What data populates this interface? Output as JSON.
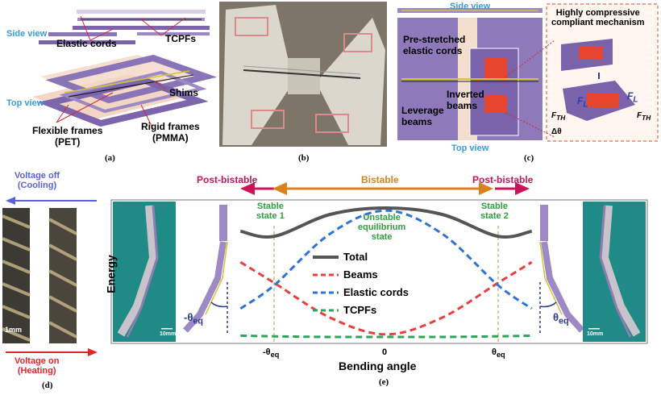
{
  "panel_a": {
    "side_view": "Side view",
    "top_view": "Top view",
    "elastic_cords": "Elastic cords",
    "tcpfs": "TCPFs",
    "shims": "Shims",
    "flexible_frames": "Flexible frames",
    "flexible_frames_sub": "(PET)",
    "rigid_frames": "Rigid frames",
    "rigid_frames_sub": "(PMMA)",
    "caption": "(a)"
  },
  "panel_b": {
    "caption": "(b)"
  },
  "panel_c": {
    "side_view": "Side view",
    "top_view": "Top view",
    "prestretched": "Pre-stretched",
    "prestretched2": "elastic cords",
    "inverted": "Inverted",
    "inverted2": "beams",
    "leverage": "Leverage",
    "leverage2": "beams",
    "mechanism": "Highly compressive",
    "mechanism2": "compliant mechanism",
    "fl": "F",
    "fl_sub": "L",
    "fth": "F",
    "fth_sub": "TH",
    "dtheta": "Δθ",
    "caption": "(c)"
  },
  "panel_d": {
    "voltage_off": "Voltage off",
    "cooling": "(Cooling)",
    "voltage_on": "Voltage on",
    "heating": "(Heating)",
    "scale": "1mm",
    "caption": "(d)"
  },
  "panel_e": {
    "post_bistable_left": "Post-bistable",
    "bistable": "Bistable",
    "post_bistable_right": "Post-bistable",
    "stable1": "Stable",
    "stable1b": "state 1",
    "stable2": "Stable",
    "stable2b": "state 2",
    "unstable1": "Unstable",
    "unstable2": "equilibrium",
    "unstable3": "state",
    "ylabel": "Energy",
    "xlabel": "Bending angle",
    "tick_neg": "-θ",
    "tick_zero": "0",
    "tick_pos": "θ",
    "tick_sub": "eq",
    "theta_left": "-θ",
    "theta_right": "θ",
    "theta_sub": "eq",
    "scale_left": "10mm",
    "scale_right": "10mm",
    "caption": "(e)",
    "colors": {
      "total": "#555555",
      "beams": "#e8403f",
      "cords": "#2f73d6",
      "tcpf": "#2fa35a",
      "post": "#c8155a",
      "bistable": "#d7821d",
      "green_text": "#2e9d3e"
    }
  },
  "chart_data": {
    "type": "line",
    "xlabel": "Bending angle",
    "ylabel": "Energy",
    "x_ticks": [
      "-θeq",
      "0",
      "θeq"
    ],
    "series": [
      {
        "name": "Total",
        "color": "#555555",
        "style": "solid",
        "x": [
          -1.3,
          -1.0,
          -0.5,
          0,
          0.5,
          1.0,
          1.3
        ],
        "y": [
          0.82,
          0.78,
          0.95,
          1.0,
          0.95,
          0.78,
          0.82
        ]
      },
      {
        "name": "Beams",
        "color": "#e8403f",
        "style": "dashed",
        "x": [
          -1.3,
          -1.0,
          -0.5,
          0,
          0.5,
          1.0,
          1.3
        ],
        "y": [
          0.58,
          0.42,
          0.15,
          0.02,
          0.15,
          0.42,
          0.58
        ]
      },
      {
        "name": "Elastic cords",
        "color": "#2f73d6",
        "style": "dashed",
        "x": [
          -1.3,
          -1.0,
          -0.5,
          0,
          0.5,
          1.0,
          1.3
        ],
        "y": [
          0.22,
          0.4,
          0.8,
          0.98,
          0.8,
          0.4,
          0.22
        ]
      },
      {
        "name": "TCPFs",
        "color": "#2fa35a",
        "style": "dashed",
        "x": [
          -1.3,
          -1.0,
          -0.5,
          0,
          0.5,
          1.0,
          1.3
        ],
        "y": [
          0.01,
          0.005,
          0.0,
          0.0,
          0.0,
          0.005,
          0.01
        ]
      }
    ],
    "annotations": [
      "Stable state 1",
      "Unstable equilibrium state",
      "Stable state 2"
    ],
    "regions": [
      "Post-bistable",
      "Bistable",
      "Post-bistable"
    ]
  }
}
